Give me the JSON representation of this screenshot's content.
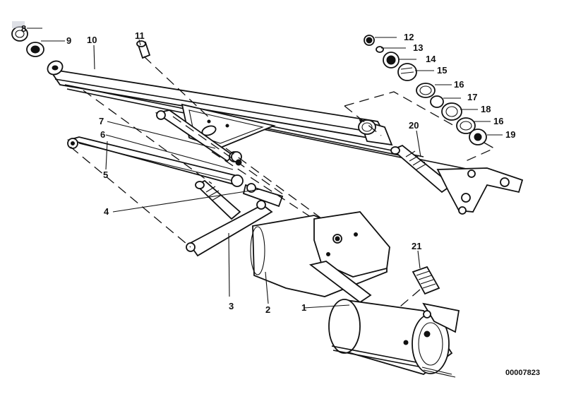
{
  "diagram": {
    "title": "Wiper linkage and motor assembly",
    "diagram_id": "00007823",
    "callouts": [
      {
        "num": "1"
      },
      {
        "num": "2"
      },
      {
        "num": "3"
      },
      {
        "num": "4"
      },
      {
        "num": "5"
      },
      {
        "num": "6"
      },
      {
        "num": "7"
      },
      {
        "num": "8"
      },
      {
        "num": "9"
      },
      {
        "num": "10"
      },
      {
        "num": "11"
      },
      {
        "num": "12"
      },
      {
        "num": "13"
      },
      {
        "num": "14"
      },
      {
        "num": "15"
      },
      {
        "num": "16"
      },
      {
        "num": "17"
      },
      {
        "num": "18"
      },
      {
        "num": "16"
      },
      {
        "num": "19"
      },
      {
        "num": "20"
      },
      {
        "num": "21"
      }
    ],
    "parts": [
      "wiper-motor",
      "motor-housing",
      "mounting-plate",
      "wiper-spindle-left",
      "linkage-rod-left",
      "ball-joint",
      "linkage-rod-center",
      "cap",
      "nut",
      "wiper-frame-tube",
      "screw",
      "nut-small",
      "washer",
      "grommet",
      "bushing",
      "washer",
      "spacer-ring",
      "seal",
      "washer",
      "hex-nut",
      "wiper-spindle-right",
      "spring"
    ]
  }
}
